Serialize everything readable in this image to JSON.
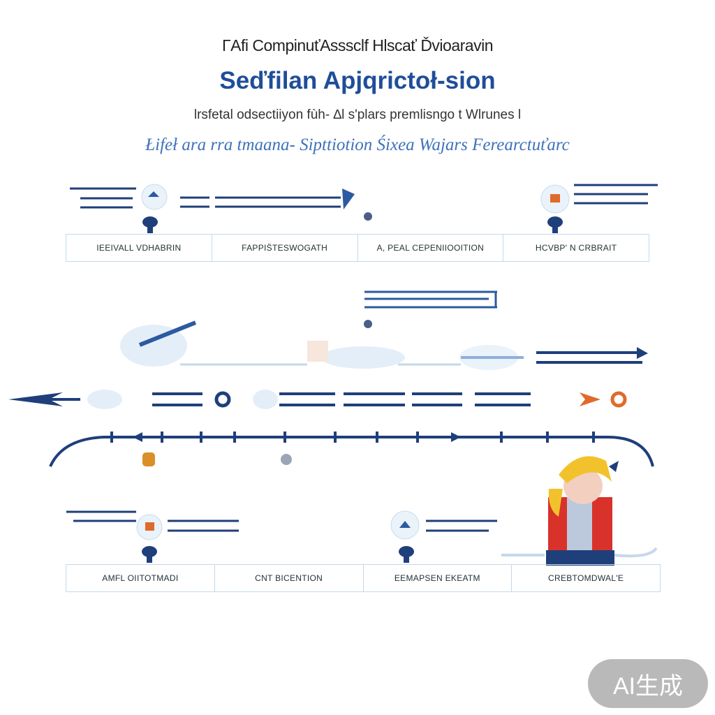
{
  "header": {
    "line1": "ΓAfi CompinuťAsssclf Hlscať Ďvioaravin",
    "line2": "Seďfilan Apjqrictoł-sion",
    "line3": "lrsfetal odsectiiyon fùh- ∆l s'plars premlisngo t  Wlrunes l",
    "line4": "Łifeł ara rra tmaana- Sipttiotion Śixea Wajars Ferearctuťarc"
  },
  "top_row": [
    "IEEIVALL VDHABRIN",
    "FAPPIS̈TESWOGATH",
    "A, PEAL CEPENIIOOITION",
    "HCVBP' N CRBRAIT"
  ],
  "bottom_row": [
    "AMFL OIITOTMADI",
    "CNT BICENTION",
    "EEMAPSEN EKEATM",
    "CREBTOMDWAL'E"
  ],
  "colors": {
    "navy": "#1f3f7a",
    "blue": "#2c5aa0",
    "light": "#c5d8ea",
    "orange": "#e06a2a"
  },
  "badge": "AI生成"
}
